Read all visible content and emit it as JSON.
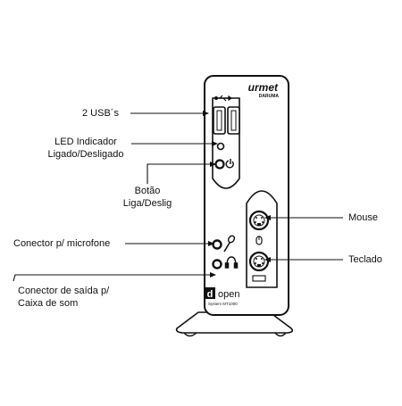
{
  "callouts": {
    "usb": "2 USB´s",
    "led_line1": "LED Indicador",
    "led_line2": "Ligado/Desligado",
    "power_line1": "Botão",
    "power_line2": "Liga/Deslig",
    "mic": "Conector p/ microfone",
    "audio_line1": "Conector de saída p/",
    "audio_line2": "Caixa de som",
    "mouse": "Mouse",
    "keyboard": "Teclado"
  },
  "device": {
    "brand_top": "urmet",
    "brand_bottom": "DARUMA",
    "logo_letter": "d",
    "logo_word": "open",
    "model": "System MT1000"
  }
}
